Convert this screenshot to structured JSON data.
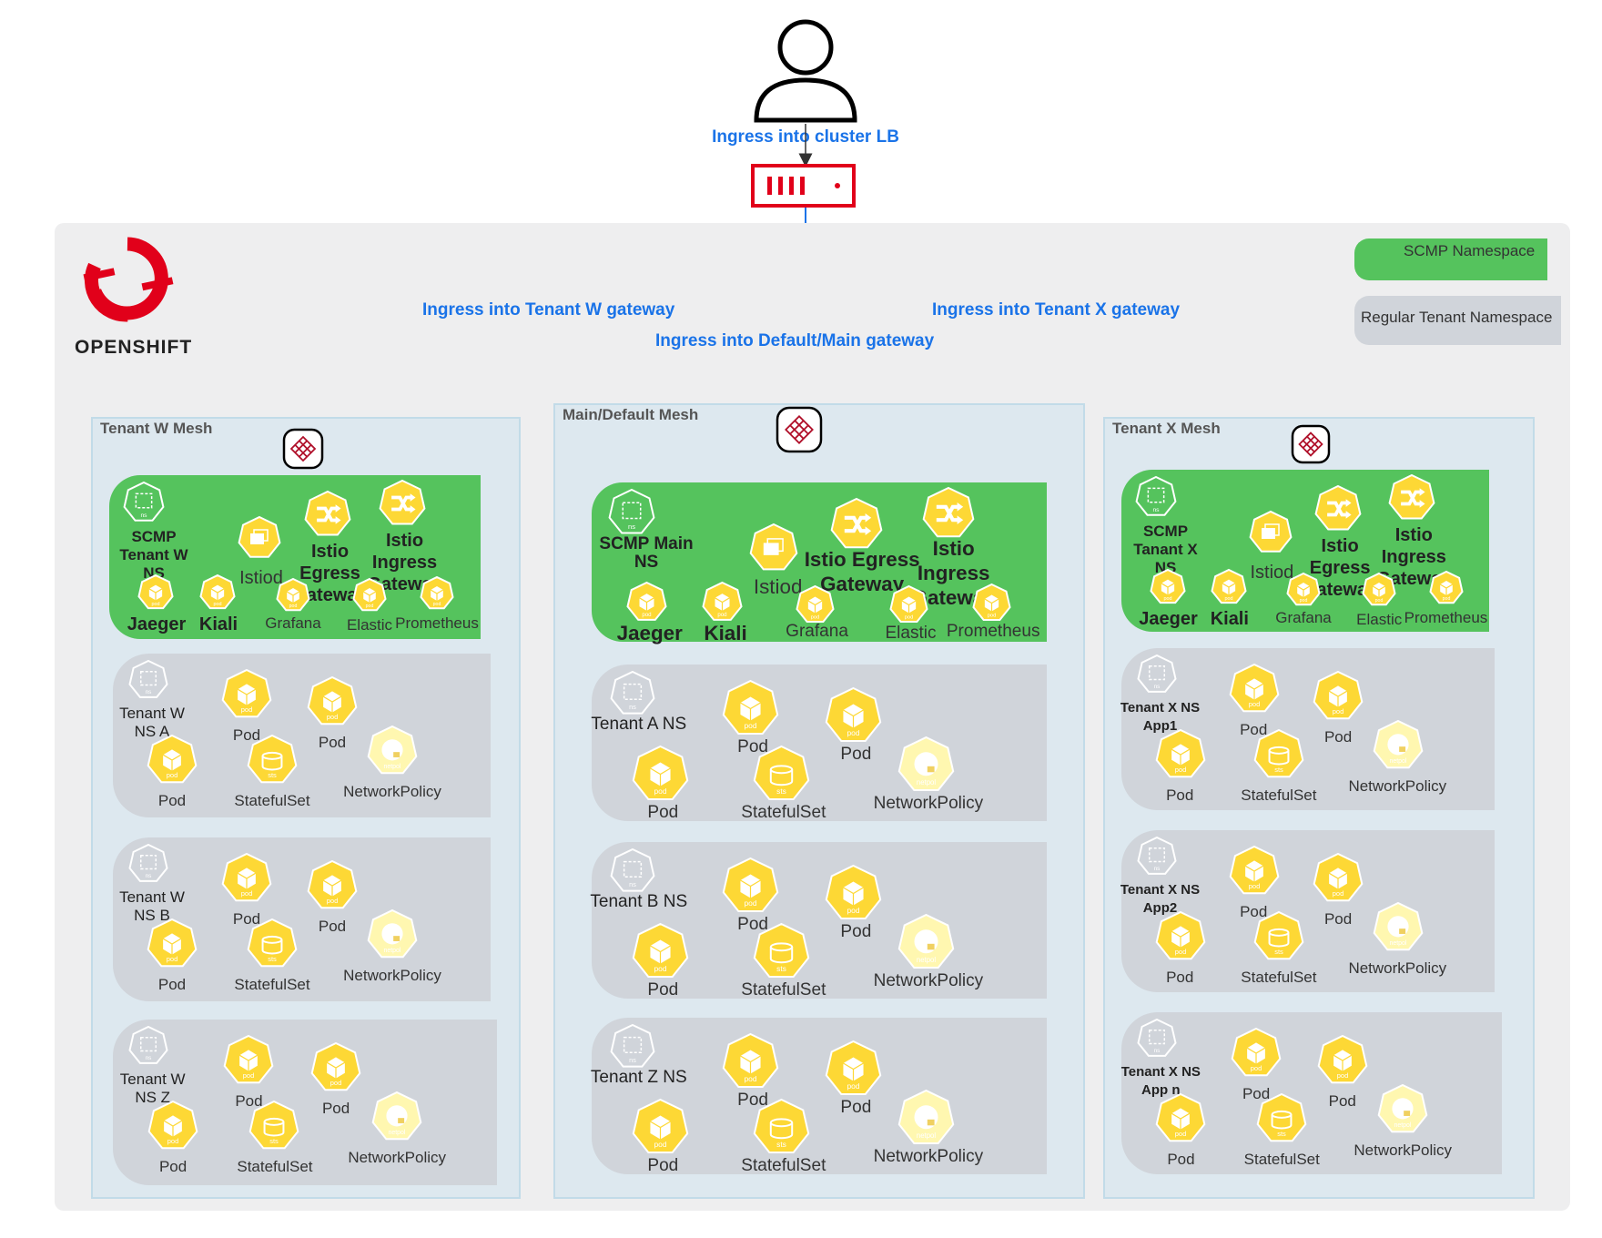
{
  "header": {
    "lb_label": "Ingress into cluster LB",
    "route_w": "Ingress into Tenant W gateway",
    "route_x": "Ingress into Tenant X gateway",
    "route_main": "Ingress into Default/Main gateway"
  },
  "brand": {
    "name": "OPENSHIFT",
    "color": "#e1001a"
  },
  "legend": {
    "scmp": "SCMP Namespace",
    "regular": "Regular Tenant Namespace",
    "scmp_color": "#55c35d",
    "regular_color": "#d0d4da"
  },
  "colors": {
    "route_line": "#1a73e8",
    "icon_fill": "#fdd835",
    "lb_red": "#e1001a"
  },
  "meshes": [
    {
      "title": "Tenant W Mesh",
      "scmp": {
        "ns": "SCMP Tenant W NS",
        "istiod": "Istiod",
        "egress": "Istio Egress Gateway",
        "ingress": "Istio Ingress Gateway",
        "jaeger": "Jaeger",
        "kiali": "Kiali",
        "grafana": "Grafana",
        "elastic": "Elastic",
        "prometheus": "Prometheus"
      },
      "tenants": [
        {
          "ns": "Tenant W NS A",
          "pod1": "Pod",
          "pod2": "Pod",
          "pod3": "Pod",
          "sts": "StatefulSet",
          "np": "NetworkPolicy"
        },
        {
          "ns": "Tenant W NS B",
          "pod1": "Pod",
          "pod2": "Pod",
          "pod3": "Pod",
          "sts": "StatefulSet",
          "np": "NetworkPolicy"
        },
        {
          "ns": "Tenant W NS Z",
          "pod1": "Pod",
          "pod2": "Pod",
          "pod3": "Pod",
          "sts": "StatefulSet",
          "np": "NetworkPolicy"
        }
      ]
    },
    {
      "title": "Main/Default Mesh",
      "scmp": {
        "ns": "SCMP Main NS",
        "istiod": "Istiod",
        "egress": "Istio Egress Gateway",
        "ingress": "Istio Ingress Gateway",
        "jaeger": "Jaeger",
        "kiali": "Kiali",
        "grafana": "Grafana",
        "elastic": "Elastic",
        "prometheus": "Prometheus"
      },
      "tenants": [
        {
          "ns": "Tenant A NS",
          "pod1": "Pod",
          "pod2": "Pod",
          "pod3": "Pod",
          "sts": "StatefulSet",
          "np": "NetworkPolicy"
        },
        {
          "ns": "Tenant B NS",
          "pod1": "Pod",
          "pod2": "Pod",
          "pod3": "Pod",
          "sts": "StatefulSet",
          "np": "NetworkPolicy"
        },
        {
          "ns": "Tenant Z NS",
          "pod1": "Pod",
          "pod2": "Pod",
          "pod3": "Pod",
          "sts": "StatefulSet",
          "np": "NetworkPolicy"
        }
      ]
    },
    {
      "title": "Tenant X Mesh",
      "scmp": {
        "ns": "SCMP Tanant X NS",
        "istiod": "Istiod",
        "egress": "Istio Egress Gateway",
        "ingress": "Istio Ingress Gateway",
        "jaeger": "Jaeger",
        "kiali": "Kiali",
        "grafana": "Grafana",
        "elastic": "Elastic",
        "prometheus": "Prometheus"
      },
      "tenants": [
        {
          "ns": "Tenant X NS App1",
          "pod1": "Pod",
          "pod2": "Pod",
          "pod3": "Pod",
          "sts": "StatefulSet",
          "np": "NetworkPolicy"
        },
        {
          "ns": "Tenant X NS App2",
          "pod1": "Pod",
          "pod2": "Pod",
          "pod3": "Pod",
          "sts": "StatefulSet",
          "np": "NetworkPolicy"
        },
        {
          "ns": "Tenant X NS App n",
          "pod1": "Pod",
          "pod2": "Pod",
          "pod3": "Pod",
          "sts": "StatefulSet",
          "np": "NetworkPolicy"
        }
      ]
    }
  ]
}
